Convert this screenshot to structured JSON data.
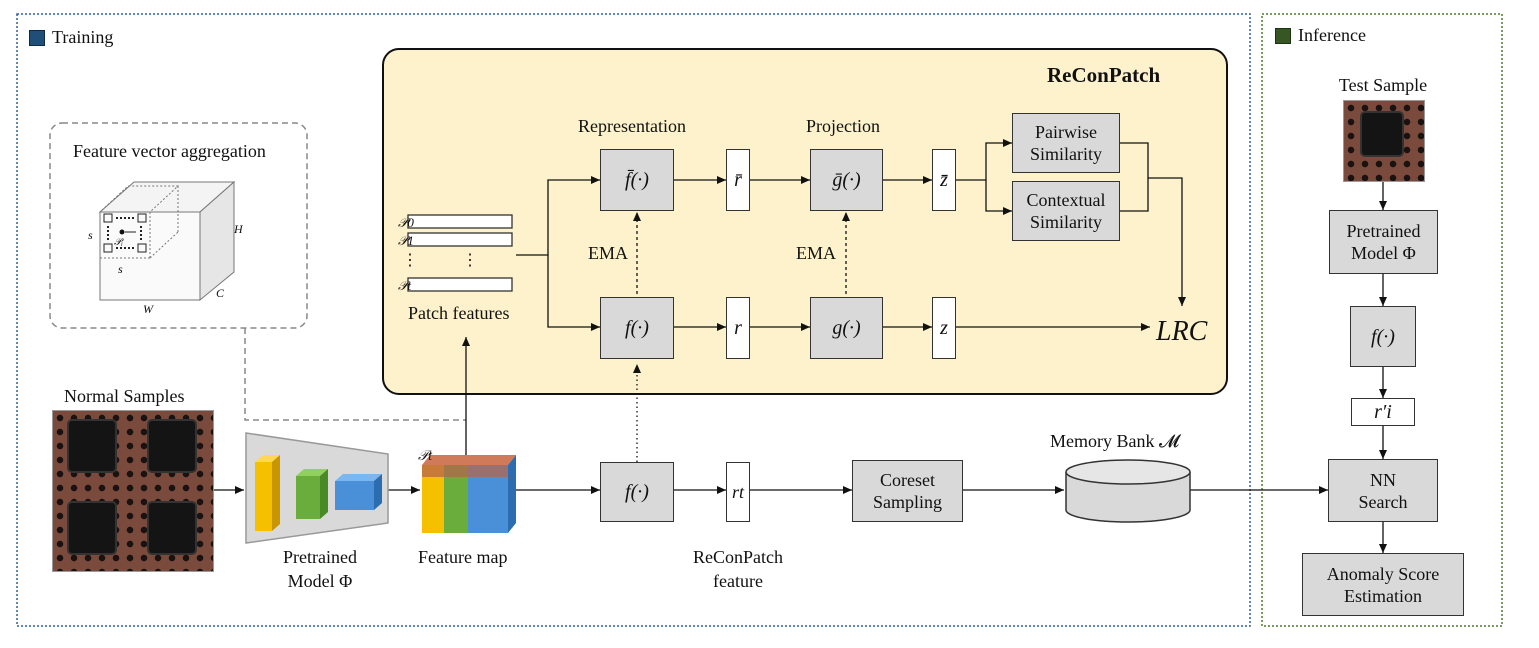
{
  "panels": {
    "training": {
      "label": "Training",
      "color": "#1f4e79"
    },
    "inference": {
      "label": "Inference",
      "color": "#375623"
    }
  },
  "reconpatch_box": {
    "title": "ReConPatch",
    "fill": "#fdf2cc"
  },
  "aggregation": {
    "title": "Feature vector aggregation",
    "labels": {
      "s_left": "s",
      "s_bottom": "s",
      "p_i": "𝒫ᵢ",
      "h": "H",
      "w": "W",
      "c": "C"
    }
  },
  "training_flow": {
    "normal_samples": "Normal Samples",
    "pretrained_model": [
      "Pretrained",
      "Model Φ"
    ],
    "feature_map": "Feature map",
    "feature_map_pt": "𝒫t",
    "f_node": "f(·)",
    "rt_node": "rt",
    "reconpatch_feature": [
      "ReConPatch",
      "feature"
    ],
    "coreset": [
      "Coreset",
      "Sampling"
    ],
    "memory_bank": "Memory Bank 𝓜"
  },
  "reconpatch": {
    "patch_labels": [
      "𝒫0",
      "𝒫1",
      "⋮",
      "𝒫t"
    ],
    "patch_dots": "⋮",
    "patch_features": "Patch features",
    "representation": "Representation",
    "projection": "Projection",
    "f_bar": "f̄(·)",
    "r_bar": "r̄",
    "g_bar": "ḡ(·)",
    "z_bar": "z̄",
    "f": "f(·)",
    "r": "r",
    "g": "g(·)",
    "z": "z",
    "ema_1": "EMA",
    "ema_2": "EMA",
    "pairwise": [
      "Pairwise",
      "Similarity"
    ],
    "contextual": [
      "Contextual",
      "Similarity"
    ],
    "loss": "LRC"
  },
  "inference_flow": {
    "test_sample": "Test Sample",
    "pretrained_model": [
      "Pretrained",
      "Model Φ"
    ],
    "f_node": "f(·)",
    "ri_node": "r′i",
    "nn_search": [
      "NN",
      "Search"
    ],
    "anomaly": [
      "Anomaly Score",
      "Estimation"
    ]
  },
  "colors": {
    "yellow": "#f5c000",
    "green": "#6aad3c",
    "blue": "#4a90d9",
    "box": "#d9d9d9"
  }
}
